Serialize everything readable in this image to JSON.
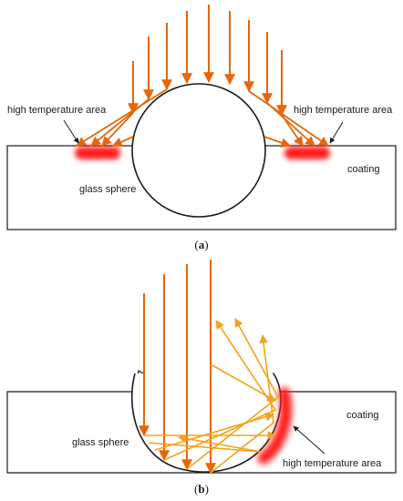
{
  "panels": [
    {
      "id": "a",
      "caption_open": "(",
      "caption_letter": "a",
      "caption_close": ")",
      "labels": {
        "high_temp_left": "high temperature area",
        "high_temp_right": "high temperature area",
        "glass_sphere": "glass sphere",
        "coating": "coating"
      }
    },
    {
      "id": "b",
      "caption_open": "(",
      "caption_letter": "b",
      "caption_close": ")",
      "labels": {
        "glass_sphere": "glass sphere",
        "coating": "coating",
        "high_temp": "high temperature area"
      }
    }
  ],
  "colors": {
    "ray": "#e8650a",
    "ray_light": "#f3a21a",
    "hot": "#ff1a1a",
    "outline": "#1a1a1a"
  }
}
